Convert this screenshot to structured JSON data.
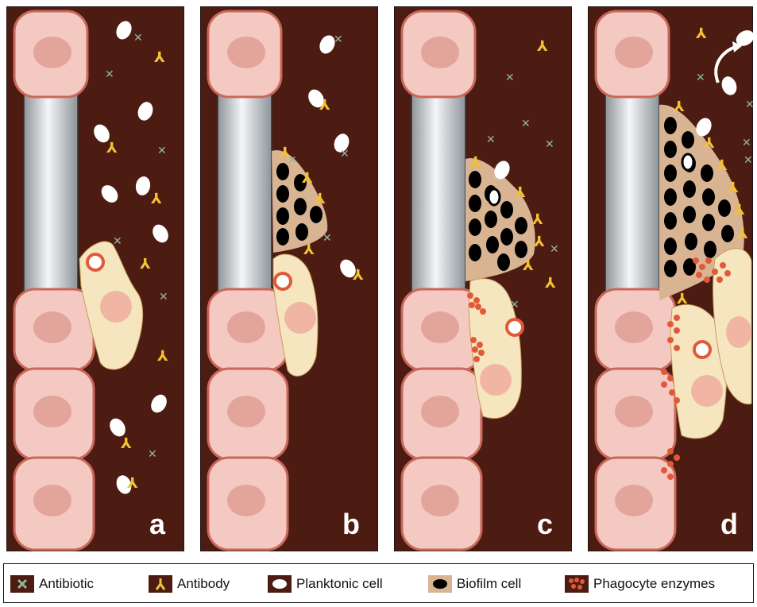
{
  "panels": [
    {
      "label": "a"
    },
    {
      "label": "b"
    },
    {
      "label": "c"
    },
    {
      "label": "d"
    }
  ],
  "legend": {
    "items": [
      {
        "label": "Antibiotic",
        "icon": "antibiotic-icon"
      },
      {
        "label": "Antibody",
        "icon": "antibody-icon"
      },
      {
        "label": "Planktonic cell",
        "icon": "planktonic-cell-icon"
      },
      {
        "label": "Biofilm cell",
        "icon": "biofilm-cell-icon"
      },
      {
        "label": "Phagocyte enzymes",
        "icon": "phagocyte-enzymes-icon"
      }
    ]
  },
  "colors": {
    "background": "#4c1b12",
    "epithelial_cell": "#f4c9c2",
    "epithelial_border": "#c9675a",
    "nucleus": "#e3a59b",
    "implant": "#b9bec2",
    "biofilm_matrix": "#d9b493",
    "biofilm_cell": "#000000",
    "phagocyte": "#f6e6c0",
    "enzymes": "#e05a3a",
    "antibiotic": "#8fb8a0",
    "antibody": "#f2c230",
    "planktonic_cell": "#ffffff"
  }
}
